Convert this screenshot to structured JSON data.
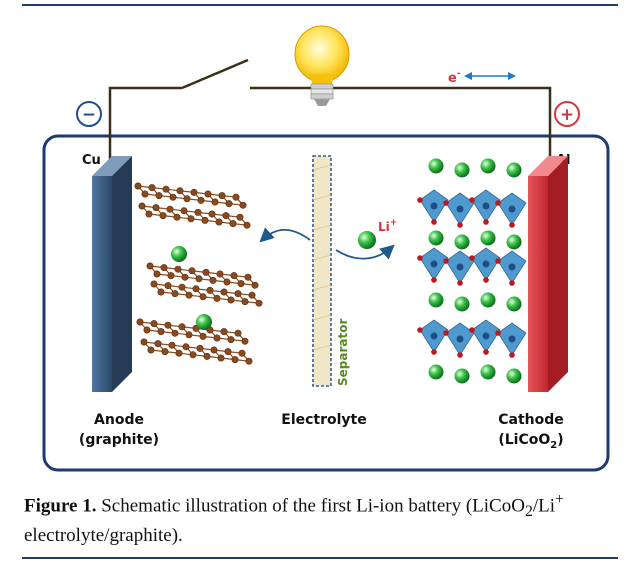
{
  "diagram": {
    "terminal_minus": "−",
    "terminal_plus": "+",
    "label_cu": "Cu",
    "label_al": "Al",
    "label_electron": "e",
    "label_electron_sup": "-",
    "label_li": "Li",
    "label_li_sup": "+",
    "label_separator": "Separator",
    "anode_line1": "Anode",
    "anode_line2": "(graphite)",
    "electrolyte": "Electrolyte",
    "cathode_line1": "Cathode",
    "cathode_line2_pre": "(LiCoO",
    "cathode_line2_sub": "2",
    "cathode_line2_post": ")",
    "colors": {
      "frame": "#1f3a6e",
      "anode": "#3d5f86",
      "cathode": "#d9343d",
      "graphite": "#8a4a1f",
      "lithium": "#2bb33a",
      "cobalt_octahedra": "#3b8fc9",
      "oxygen": "#c01818",
      "separator": "#e8d9b0",
      "separator_label": "#5a8a1e"
    },
    "icons": [
      "light-bulb-icon",
      "switch-icon",
      "double-arrow-icon",
      "minus-terminal-icon",
      "plus-terminal-icon"
    ]
  },
  "caption": {
    "figure_label": "Figure 1.",
    "text_part1": " Schematic illustration of the first Li-ion battery (LiCoO",
    "sub": "2",
    "text_part2": "/Li",
    "sup": "+",
    "text_part3": " electrolyte/graphite)."
  }
}
